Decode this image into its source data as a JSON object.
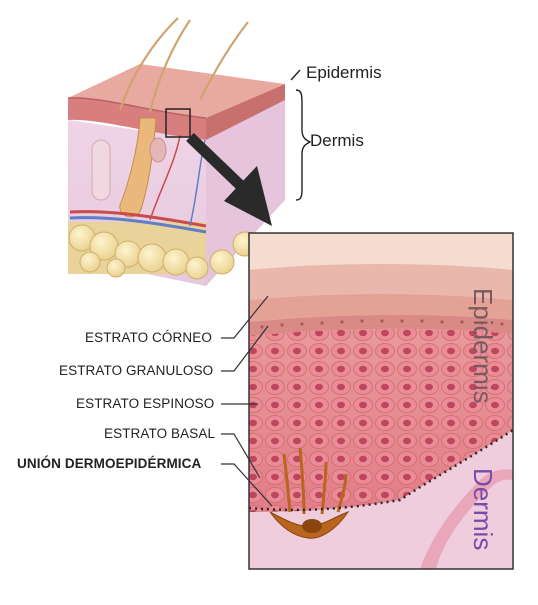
{
  "overview_labels": {
    "epidermis": "Epidermis",
    "dermis": "Dermis"
  },
  "layer_labels": [
    "ESTRATO CÓRNEO",
    "ESTRATO GRANULOSO",
    "ESTRATO ESPINOSO",
    "ESTRATO BASAL",
    "UNIÓN DERMOEPIDÉRMICA"
  ],
  "inset_labels": {
    "epidermis": "Epidermis",
    "dermis": "Dermis"
  },
  "colors": {
    "epidermis_label": "#7a5a60",
    "dermis_label": "#7a4aa8",
    "arrow": "#2a2a2a",
    "inset_border": "#333333",
    "basement_membrane": "#2a2a2a",
    "melanocyte": "#b8651e"
  }
}
